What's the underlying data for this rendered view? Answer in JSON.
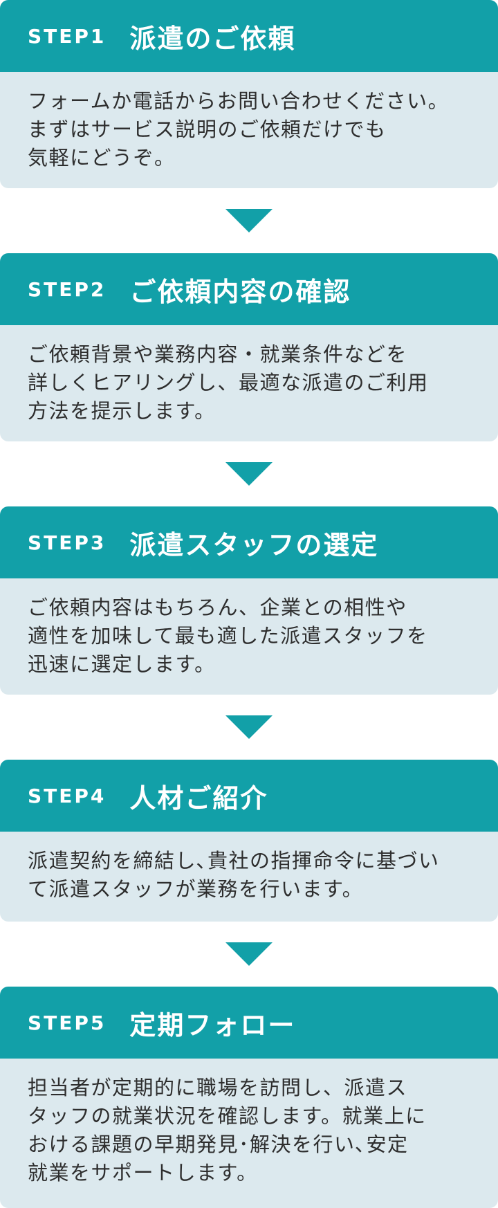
{
  "colors": {
    "header_bg": "#12a0a8",
    "body_bg": "#dce9ee",
    "text": "#2e2e2e",
    "arrow": "#12a0a8"
  },
  "steps": [
    {
      "label": "STEP1",
      "title": "派遣のご依頼",
      "body": "フォームか電話からお問い合わせください。\nまずはサービス説明のご依頼だけでも\n気軽にどうぞ。"
    },
    {
      "label": "STEP2",
      "title": "ご依頼内容の確認",
      "body": "ご依頼背景や業務内容・就業条件などを\n詳しくヒアリングし、最適な派遣のご利用\n方法を提示します。"
    },
    {
      "label": "STEP3",
      "title": "派遣スタッフの選定",
      "body": "ご依頼内容はもちろん、企業との相性や\n適性を加味して最も適した派遣スタッフを\n迅速に選定します。"
    },
    {
      "label": "STEP4",
      "title": "人材ご紹介",
      "body": "派遣契約を締結し､貴社の指揮命令に基づい\nて派遣スタッフが業務を行います。"
    },
    {
      "label": "STEP5",
      "title": "定期フォロー",
      "body": "担当者が定期的に職場を訪問し、派遣ス\nタッフの就業状況を確認します。就業上に\nおける課題の早期発見･解決を行い､安定\n就業をサポートします。"
    }
  ],
  "arrows": [
    {
      "icon": "chevron-down-icon"
    },
    {
      "icon": "chevron-down-icon"
    },
    {
      "icon": "chevron-down-icon"
    },
    {
      "icon": "chevron-down-icon"
    }
  ]
}
